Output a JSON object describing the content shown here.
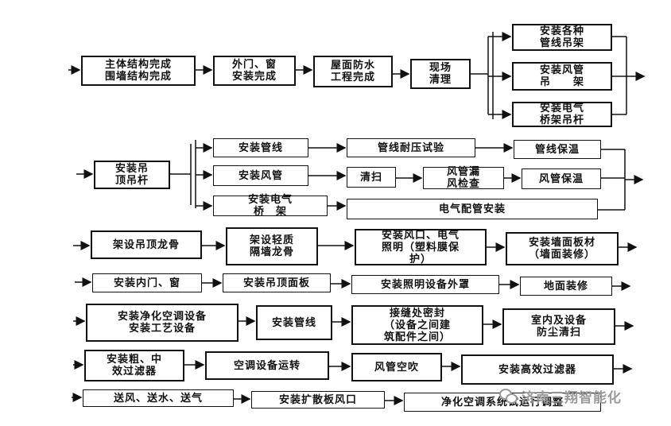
{
  "diagram": {
    "row1": {
      "step1": "主体结构完成\n围墙结构完成",
      "step2": "外门、窗\n安装完成",
      "step3": "屋面防水\n工程完成",
      "step4": "现场\n清理",
      "branch_a": "安装各种\n管线吊架",
      "branch_b": "安装风管\n吊　　架",
      "branch_c": "安装电气\n桥架吊杆"
    },
    "row2": {
      "start": "安装吊\n顶吊杆",
      "a1": "安装管线",
      "a2": "管线耐压试验",
      "a3": "管线保温",
      "b1": "安装风管",
      "b2": "清扫",
      "b3": "风管漏\n风检查",
      "b4": "风管保温",
      "c1": "安装电气\n桥　架",
      "c2": "电气配管安装"
    },
    "row3": {
      "s1": "架设吊顶龙骨",
      "s2": "架设轻质\n隔墙龙骨",
      "s3": "安装风口、电气\n照明（塑料膜保\n护）",
      "s4": "安装墙面板材\n（墙面装修）"
    },
    "row4": {
      "s1": "安装内门、窗",
      "s2": "安装吊顶面板",
      "s3": "安装照明设备外罩",
      "s4": "地面装修"
    },
    "row5": {
      "s1": "安装净化空调设备\n安装工艺设备",
      "s2": "安装管线",
      "s3": "接缝处密封\n（设备之间建\n筑配件之间）",
      "s4": "室内及设备\n防尘清扫"
    },
    "row6": {
      "s1": "安装粗、中\n效过滤器",
      "s2": "空调设备运转",
      "s3": "风管空吹",
      "s4": "安装高效过滤器"
    },
    "row7": {
      "s1": "送风、送水、送气",
      "s2": "安装扩散板风口",
      "s3": "净化空调系统试运行调整"
    }
  },
  "watermark": {
    "text": "济南三翔智能化",
    "icon": "wechat-icon"
  },
  "colors": {
    "ink": "#111111",
    "watermark": "#9a9a9a",
    "background": "#ffffff"
  }
}
